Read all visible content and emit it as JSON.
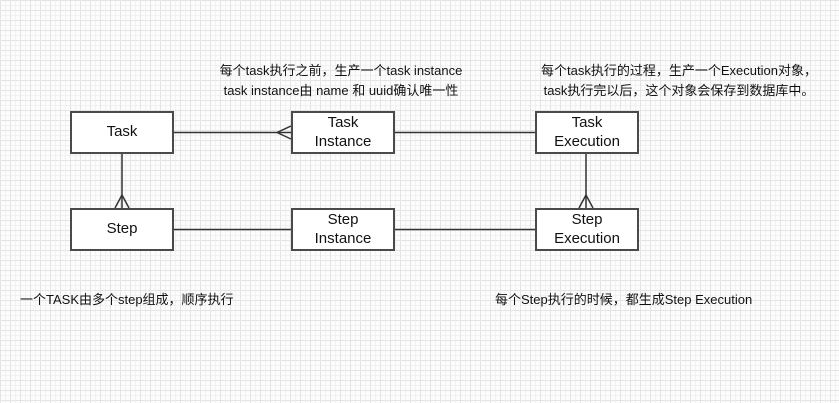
{
  "diagram": {
    "nodes": {
      "task": {
        "label": "Task"
      },
      "task_instance": {
        "label": "Task\nInstance"
      },
      "task_execution": {
        "label": "Task\nExecution"
      },
      "step": {
        "label": "Step"
      },
      "step_instance": {
        "label": "Step\nInstance"
      },
      "step_execution": {
        "label": "Step\nExecution"
      }
    },
    "annotations": {
      "task_instance_note": "每个task执行之前，生产一个task instance\ntask instance由 name 和 uuid确认唯一性",
      "task_execution_note": "每个task执行的过程，生产一个Execution对象，\ntask执行完以后，这个对象会保存到数据库中。",
      "step_note": "一个TASK由多个step组成，顺序执行",
      "step_execution_note": "每个Step执行的时候，都生成Step Execution"
    },
    "relationships": [
      {
        "from": "Task",
        "to": "Task Instance",
        "cardinality": "one-to-many",
        "crow_foot_at": "Task Instance"
      },
      {
        "from": "Task Instance",
        "to": "Task Execution",
        "cardinality": "plain"
      },
      {
        "from": "Task",
        "to": "Step",
        "cardinality": "one-to-many",
        "crow_foot_at": "Step"
      },
      {
        "from": "Step",
        "to": "Step Instance",
        "cardinality": "plain"
      },
      {
        "from": "Step Instance",
        "to": "Step Execution",
        "cardinality": "plain"
      },
      {
        "from": "Task Execution",
        "to": "Step Execution",
        "cardinality": "one-to-many",
        "crow_foot_at": "Step Execution"
      }
    ],
    "colors": {
      "background": "#fcfcfc",
      "grid_major": "#e4e4e4",
      "grid_minor": "#f1f1f1",
      "box_border": "#4a4a4a",
      "connector": "#333333",
      "text": "#111111"
    }
  }
}
